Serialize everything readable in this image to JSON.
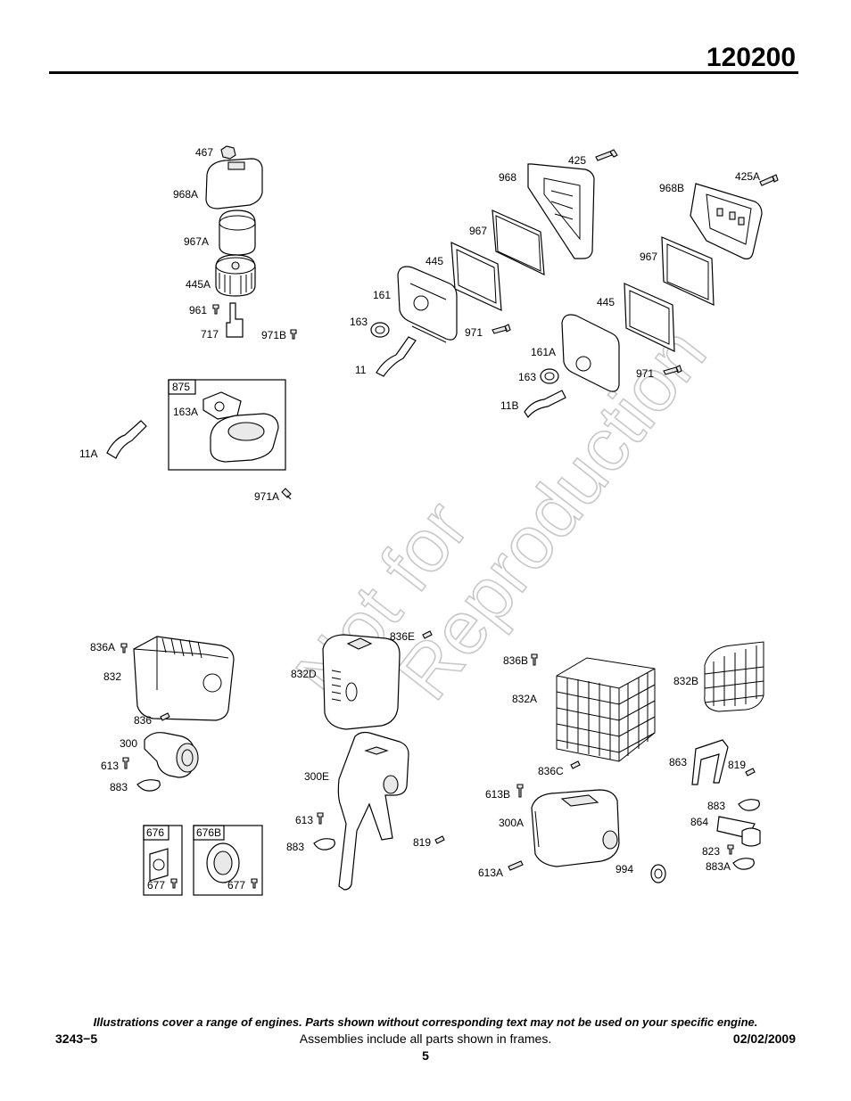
{
  "header": {
    "model_number": "120200"
  },
  "watermark": {
    "line1": "Not for",
    "line2": "Reproduction"
  },
  "frames": {
    "f875": "875",
    "f676": "676",
    "f676b": "676B"
  },
  "labels": {
    "p467": "467",
    "p968a": "968A",
    "p967a": "967A",
    "p445a": "445A",
    "p961": "961",
    "p717": "717",
    "p971b": "971B",
    "p163a": "163A",
    "p11a": "11A",
    "p971a": "971A",
    "p425": "425",
    "p968": "968",
    "p967": "967",
    "p445": "445",
    "p161": "161",
    "p163": "163",
    "p11": "11",
    "p971": "971",
    "p968b": "968B",
    "p425a": "425A",
    "p967_r": "967",
    "p445_r": "445",
    "p161a": "161A",
    "p163_r": "163",
    "p971_r": "971",
    "p11b": "11B",
    "p836a": "836A",
    "p832": "832",
    "p836": "836",
    "p300": "300",
    "p613": "613",
    "p883": "883",
    "p677a": "677",
    "p677b": "677",
    "p836e": "836E",
    "p832d": "832D",
    "p300e": "300E",
    "p613_m": "613",
    "p883_m": "883",
    "p819_m": "819",
    "p836b": "836B",
    "p832a": "832A",
    "p832b": "832B",
    "p836c": "836C",
    "p863": "863",
    "p819": "819",
    "p613b": "613B",
    "p300a": "300A",
    "p883_r": "883",
    "p864": "864",
    "p823": "823",
    "p883a": "883A",
    "p613a": "613A",
    "p994": "994"
  },
  "footer": {
    "note": "Illustrations cover a range of engines. Parts shown without corresponding text may not be used on your specific engine.",
    "doc_number": "3243−5",
    "assemblies_note": "Assemblies include all parts shown in frames.",
    "date": "02/02/2009",
    "page": "5"
  }
}
